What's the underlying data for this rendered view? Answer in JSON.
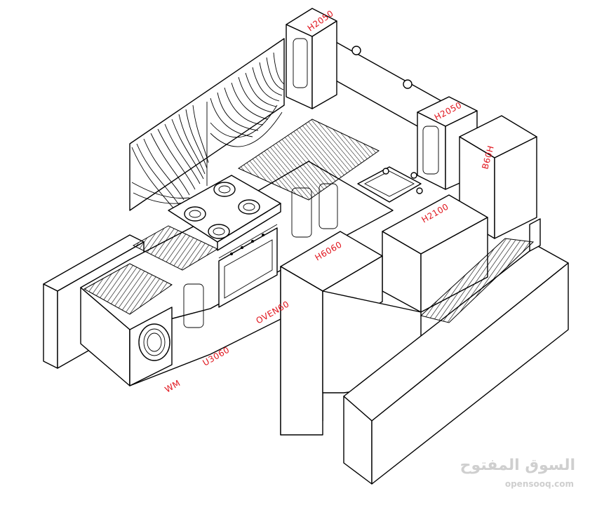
{
  "labels": {
    "h2050_top": "H2050",
    "h2050_right": "H2050",
    "b60h": "B60H",
    "h2100": "H2100",
    "h6060": "H6060",
    "oven": "OVEN60",
    "u3060": "U3060",
    "wm": "WM"
  },
  "watermark": {
    "arabic": "السوق المفتوح",
    "latin": "opensooq.com"
  },
  "colors": {
    "line": "#000000",
    "label": "#e0141c",
    "watermark": "#cfcfcf"
  }
}
